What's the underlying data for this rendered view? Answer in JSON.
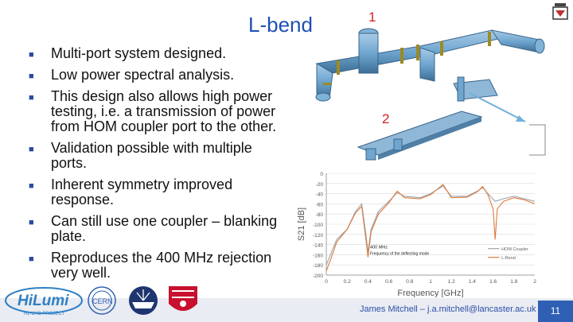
{
  "slide": {
    "title": "L-bend",
    "page_number": "11",
    "footer": "James Mitchell – j.a.mitchell@lancaster.ac.uk"
  },
  "bullets": [
    "Multi-port system designed.",
    "Low power spectral analysis.",
    "This design also allows high power testing, i.e. a transmission of power from HOM coupler port to the other.",
    "Validation possible with multiple ports.",
    "Inherent symmetry improved response.",
    "Can still use one coupler – blanking plate.",
    "Reproduces the 400 MHz rejection very well."
  ],
  "labels": {
    "one": "1",
    "two": "2"
  },
  "logos": {
    "hilumi": "HiLumi",
    "hilumi_sub": "HL-LHC PROJECT",
    "cern": "CERN"
  },
  "colors": {
    "title": "#1f4fb4",
    "model": "#6fa6cf",
    "label": "#d22020",
    "hom_line": "#9aa4b0",
    "lbend_line": "#e07a3a"
  },
  "chart_data": {
    "type": "line",
    "xlabel": "Frequency [GHz]",
    "ylabel": "S21 [dB]",
    "xlim": [
      0,
      2
    ],
    "ylim": [
      -200,
      0
    ],
    "x_ticks": [
      "0",
      "0.2",
      "0.4",
      "0.6",
      "0.8",
      "1",
      "1.2",
      "1.4",
      "1.6",
      "1.8",
      "2"
    ],
    "y_ticks": [
      "0",
      "-20",
      "-40",
      "-60",
      "-80",
      "-100",
      "-120",
      "-140",
      "-160",
      "-180",
      "-200"
    ],
    "annotation": "400 MHz\nFrequency of the deflecting mode",
    "series": [
      {
        "name": "HOM Coupler",
        "color": "#9aa4b0",
        "points": [
          [
            0,
            -180
          ],
          [
            0.05,
            -155
          ],
          [
            0.1,
            -130
          ],
          [
            0.2,
            -110
          ],
          [
            0.28,
            -75
          ],
          [
            0.34,
            -60
          ],
          [
            0.38,
            -120
          ],
          [
            0.4,
            -155
          ],
          [
            0.43,
            -110
          ],
          [
            0.5,
            -75
          ],
          [
            0.6,
            -55
          ],
          [
            0.68,
            -38
          ],
          [
            0.75,
            -45
          ],
          [
            0.9,
            -48
          ],
          [
            1.0,
            -40
          ],
          [
            1.12,
            -25
          ],
          [
            1.2,
            -45
          ],
          [
            1.35,
            -45
          ],
          [
            1.45,
            -35
          ],
          [
            1.5,
            -28
          ],
          [
            1.55,
            -40
          ],
          [
            1.62,
            -55
          ],
          [
            1.7,
            -50
          ],
          [
            1.8,
            -45
          ],
          [
            1.9,
            -50
          ],
          [
            2.0,
            -55
          ]
        ]
      },
      {
        "name": "L-Bend",
        "color": "#e07a3a",
        "points": [
          [
            0,
            -192
          ],
          [
            0.05,
            -165
          ],
          [
            0.1,
            -135
          ],
          [
            0.2,
            -110
          ],
          [
            0.28,
            -78
          ],
          [
            0.34,
            -65
          ],
          [
            0.38,
            -130
          ],
          [
            0.4,
            -165
          ],
          [
            0.43,
            -115
          ],
          [
            0.5,
            -80
          ],
          [
            0.6,
            -58
          ],
          [
            0.68,
            -35
          ],
          [
            0.75,
            -48
          ],
          [
            0.9,
            -50
          ],
          [
            1.0,
            -42
          ],
          [
            1.12,
            -22
          ],
          [
            1.2,
            -48
          ],
          [
            1.35,
            -47
          ],
          [
            1.45,
            -36
          ],
          [
            1.5,
            -26
          ],
          [
            1.55,
            -42
          ],
          [
            1.6,
            -70
          ],
          [
            1.62,
            -130
          ],
          [
            1.64,
            -70
          ],
          [
            1.7,
            -55
          ],
          [
            1.8,
            -48
          ],
          [
            1.9,
            -52
          ],
          [
            2.0,
            -60
          ]
        ]
      }
    ]
  }
}
